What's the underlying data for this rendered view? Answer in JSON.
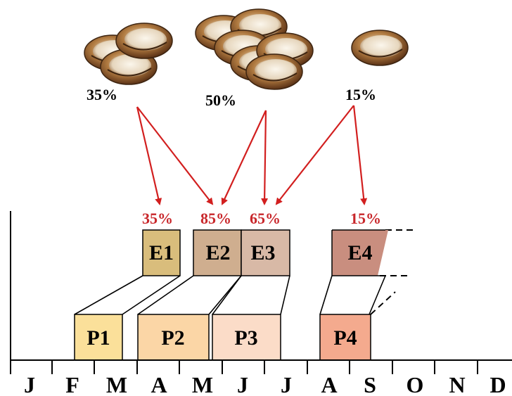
{
  "top_percentages": [
    {
      "id": "g1",
      "label": "35%"
    },
    {
      "id": "g2",
      "label": "50%"
    },
    {
      "id": "g3",
      "label": "15%"
    }
  ],
  "emergence_percentages": [
    {
      "id": "e1",
      "label": "35%"
    },
    {
      "id": "e2",
      "label": "85%"
    },
    {
      "id": "e3",
      "label": "65%"
    },
    {
      "id": "e4",
      "label": "15%"
    }
  ],
  "e_boxes": [
    {
      "id": "e1",
      "label": "E1",
      "color": "#d9bd7c"
    },
    {
      "id": "e2",
      "label": "E2",
      "color": "#cfae8f"
    },
    {
      "id": "e3",
      "label": "E3",
      "color": "#d8b9a6"
    },
    {
      "id": "e4",
      "label": "E4",
      "color": "#c98e7f"
    }
  ],
  "p_boxes": [
    {
      "id": "p1",
      "label": "P1",
      "color": "#fbe09a"
    },
    {
      "id": "p2",
      "label": "P2",
      "color": "#fbd6a6"
    },
    {
      "id": "p3",
      "label": "P3",
      "color": "#fbdcc8"
    },
    {
      "id": "p4",
      "label": "P4",
      "color": "#f4aa8e"
    }
  ],
  "months": [
    "J",
    "F",
    "M",
    "A",
    "M",
    "J",
    "J",
    "A",
    "S",
    "O",
    "N",
    "D"
  ],
  "colors": {
    "arrow": "#d21f1f",
    "red_text": "#c8262a",
    "line": "#000000"
  },
  "icons": [
    "nut-shell-icon"
  ]
}
